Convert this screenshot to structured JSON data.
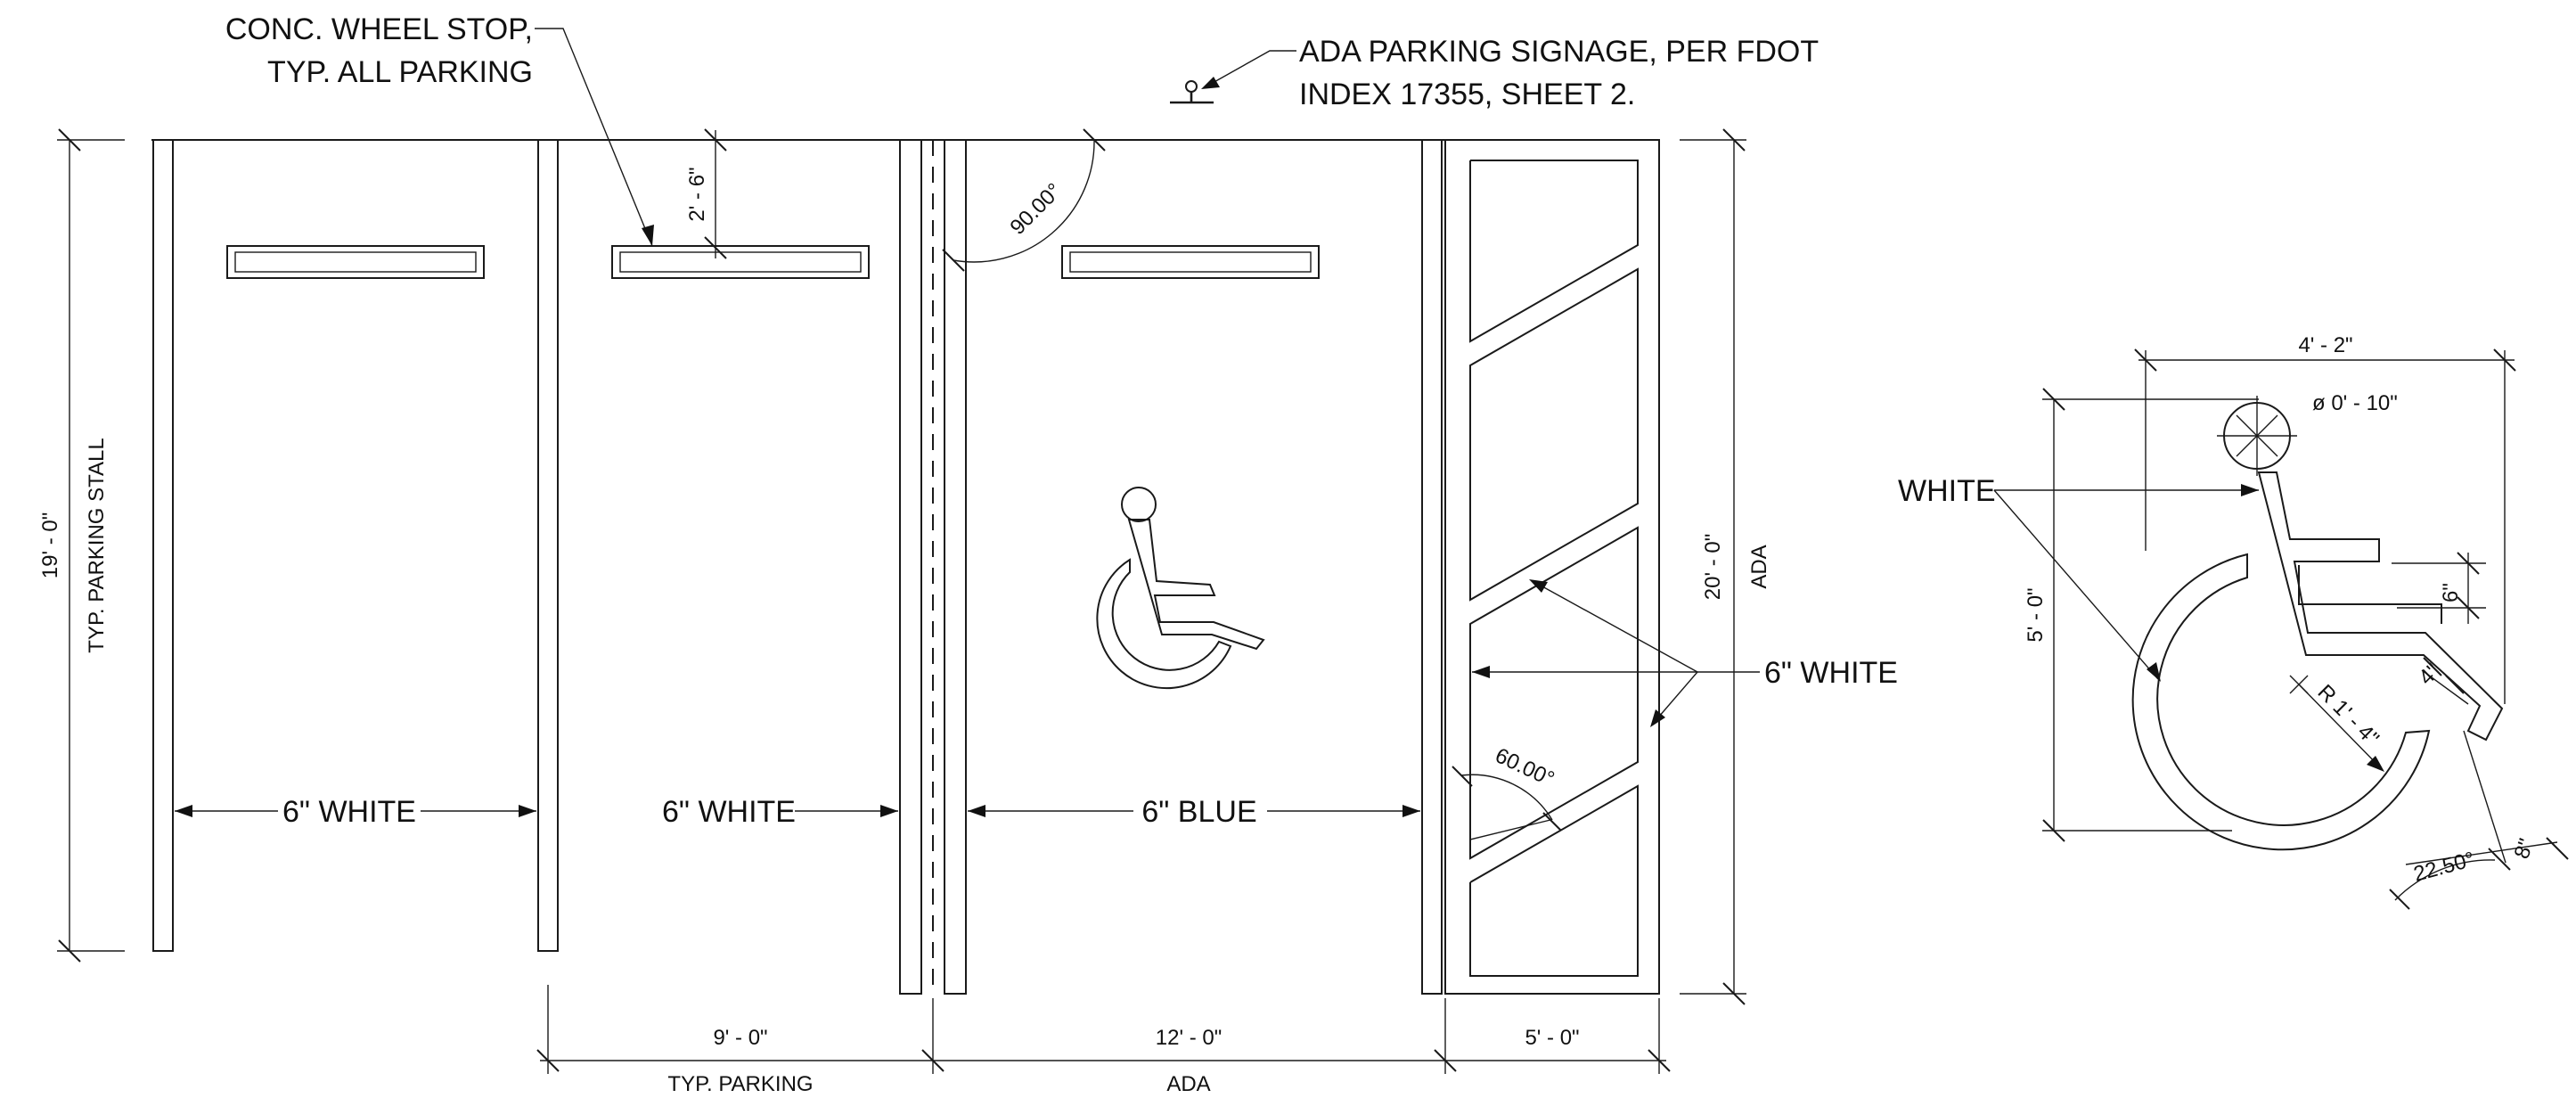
{
  "callouts": {
    "wheel_stop_l1": "CONC. WHEEL STOP,",
    "wheel_stop_l2": "TYP. ALL PARKING",
    "signage_l1": "ADA PARKING SIGNAGE, PER FDOT",
    "signage_l2": "INDEX 17355, SHEET 2.",
    "stripe_1": "6\" WHITE",
    "stripe_2": "6\" WHITE",
    "stripe_3": "6\" BLUE",
    "hatch_stripe": "6\" WHITE",
    "symbol_color": "WHITE"
  },
  "dimensions": {
    "stall_length": "19' - 0\"",
    "stall_length_label": "TYP. PARKING STALL",
    "ada_length": "20' - 0\"",
    "ada_length_label": "ADA",
    "stop_offset": "2' - 6\"",
    "corner_angle": "90.00°",
    "hatch_angle": "60.00°",
    "width_typ": "9' - 0\"",
    "width_typ_label": "TYP. PARKING",
    "width_ada": "12' - 0\"",
    "width_ada_label": "ADA",
    "width_aisle": "5' - 0\""
  },
  "symbol_detail": {
    "width": "4' - 2\"",
    "height": "5' - 0\"",
    "head_diameter": "ø 0' - 10\"",
    "wheel_radius": "R 1' - 4\"",
    "tick_6": "6\"",
    "tick_4": "4\"",
    "tick_8": "8\"",
    "footrest_angle": "22.50°"
  }
}
